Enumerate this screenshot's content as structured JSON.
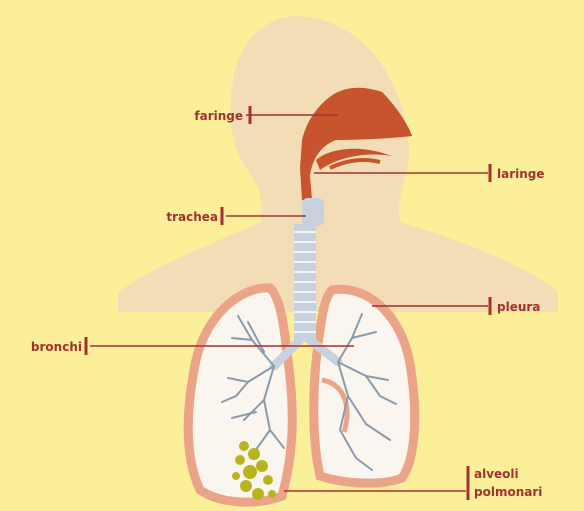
{
  "colors": {
    "background": "#fbef9a",
    "silhouette": "#f3ddb6",
    "lung_fill": "#fbf5ef",
    "lung_outline": "#eba488",
    "airway": "#c8d2de",
    "cavity": "#c7542c",
    "bronchi": "#8a9cac",
    "label": "#a3322f",
    "alveoli": "#b7b51e"
  },
  "labels": {
    "pharynx_top": "faringe",
    "larynx_right": "laringe",
    "trachea": "trachea",
    "pleura": "pleura",
    "bronchi": "bronchi",
    "alveoli_line1": "alveoli",
    "alveoli_line2": "polmonari"
  },
  "icons": [
    "respiratory-system-illustration"
  ]
}
